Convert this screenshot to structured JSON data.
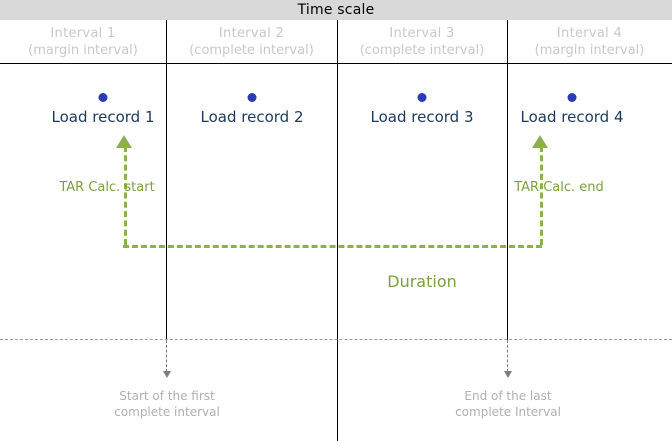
{
  "header": {
    "title": "Time scale"
  },
  "intervals": [
    {
      "name": "Interval  1",
      "type": "(margin interval)"
    },
    {
      "name": "Interval  2",
      "type": "(complete interval)"
    },
    {
      "name": "Interval  3",
      "type": "(complete interval)"
    },
    {
      "name": "Interval  4",
      "type": "(margin interval)"
    }
  ],
  "records": [
    {
      "label": "Load record 1"
    },
    {
      "label": "Load record 2"
    },
    {
      "label": "Load record 3"
    },
    {
      "label": "Load record 4"
    }
  ],
  "annotations": {
    "tar_calc_start": "TAR Calc. start",
    "tar_calc_end": "TAR Calc. end",
    "duration": "Duration",
    "start_note_line1": "Start of the first",
    "start_note_line2": "complete interval",
    "end_note_line1": "End of the last",
    "end_note_line2": "complete Interval"
  },
  "colors": {
    "header_bg": "#d9d9d9",
    "record_dot": "#2b3bb5",
    "record_text": "#1b3a5c",
    "green": "#8cb04f",
    "green_text": "#7ba13f",
    "interval_text": "#c9c9c9",
    "gray_note": "#b0b0b0"
  }
}
